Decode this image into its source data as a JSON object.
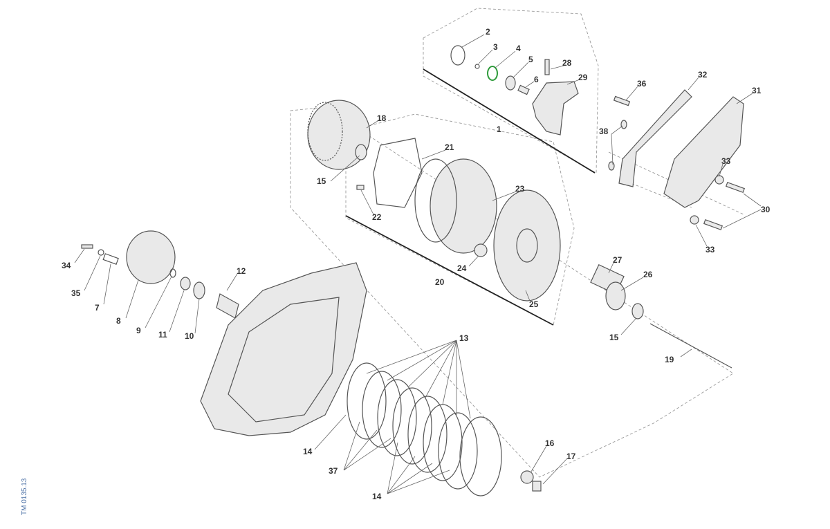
{
  "drawing_code": "TM 0135.13",
  "callouts": [
    "2",
    "3",
    "4",
    "5",
    "6",
    "28",
    "29",
    "1",
    "36",
    "32",
    "31",
    "38",
    "33",
    "30",
    "33",
    "18",
    "15",
    "21",
    "23",
    "22",
    "24",
    "20",
    "25",
    "27",
    "26",
    "15",
    "19",
    "34",
    "35",
    "7",
    "8",
    "9",
    "11",
    "10",
    "12",
    "13",
    "14",
    "37",
    "14",
    "16",
    "17"
  ],
  "colors": {
    "oring_highlight": "#2e9b3a",
    "code_text": "#4a6fa5"
  }
}
